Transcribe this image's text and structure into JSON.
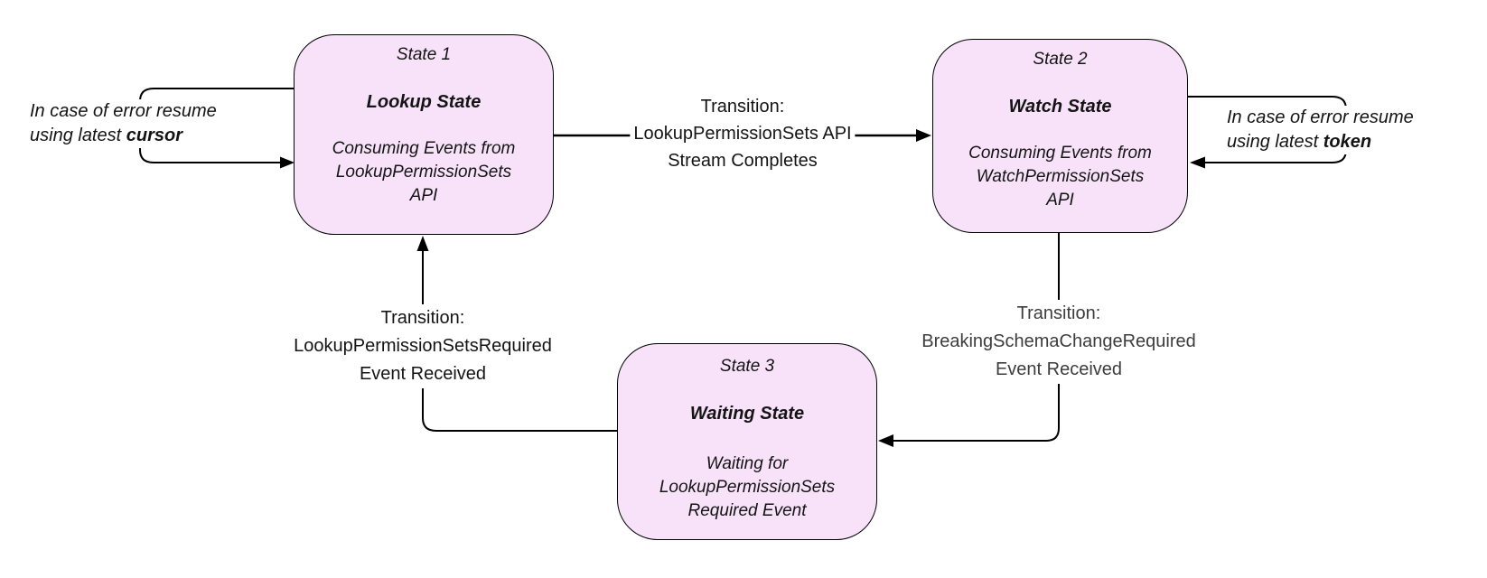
{
  "diagram": {
    "states": [
      {
        "number": "State 1",
        "name": "Lookup State",
        "description": [
          "Consuming Events from",
          "LookupPermissionSets",
          "API"
        ]
      },
      {
        "number": "State 2",
        "name": "Watch State",
        "description": [
          "Consuming Events from",
          "WatchPermissionSets",
          "API"
        ]
      },
      {
        "number": "State 3",
        "name": "Waiting State",
        "description": [
          "Waiting for",
          "LookupPermissionSets",
          "Required Event"
        ]
      }
    ],
    "transitions": [
      {
        "from": "State 1",
        "to": "State 2",
        "label_lines": [
          "Transition:",
          "LookupPermissionSets API",
          "Stream Completes"
        ]
      },
      {
        "from": "State 2",
        "to": "State 3",
        "label_lines": [
          "Transition:",
          "BreakingSchemaChangeRequired",
          "Event Received"
        ]
      },
      {
        "from": "State 3",
        "to": "State 1",
        "label_lines": [
          "Transition:",
          "LookupPermissionSetsRequired",
          "Event Received"
        ]
      }
    ],
    "annotations": [
      {
        "target": "State 1",
        "line1": "In case of error resume",
        "line2_prefix": "using latest ",
        "line2_bold": "cursor"
      },
      {
        "target": "State 2",
        "line1": "In case of error resume",
        "line2_prefix": "using latest ",
        "line2_bold": "token"
      }
    ],
    "colors": {
      "state_fill": "#f8e2f9",
      "state_border": "#000000",
      "connector": "#000000",
      "label_text": "#141414",
      "label_text_grey": "#3d3d3d",
      "background": "#ffffff"
    }
  }
}
